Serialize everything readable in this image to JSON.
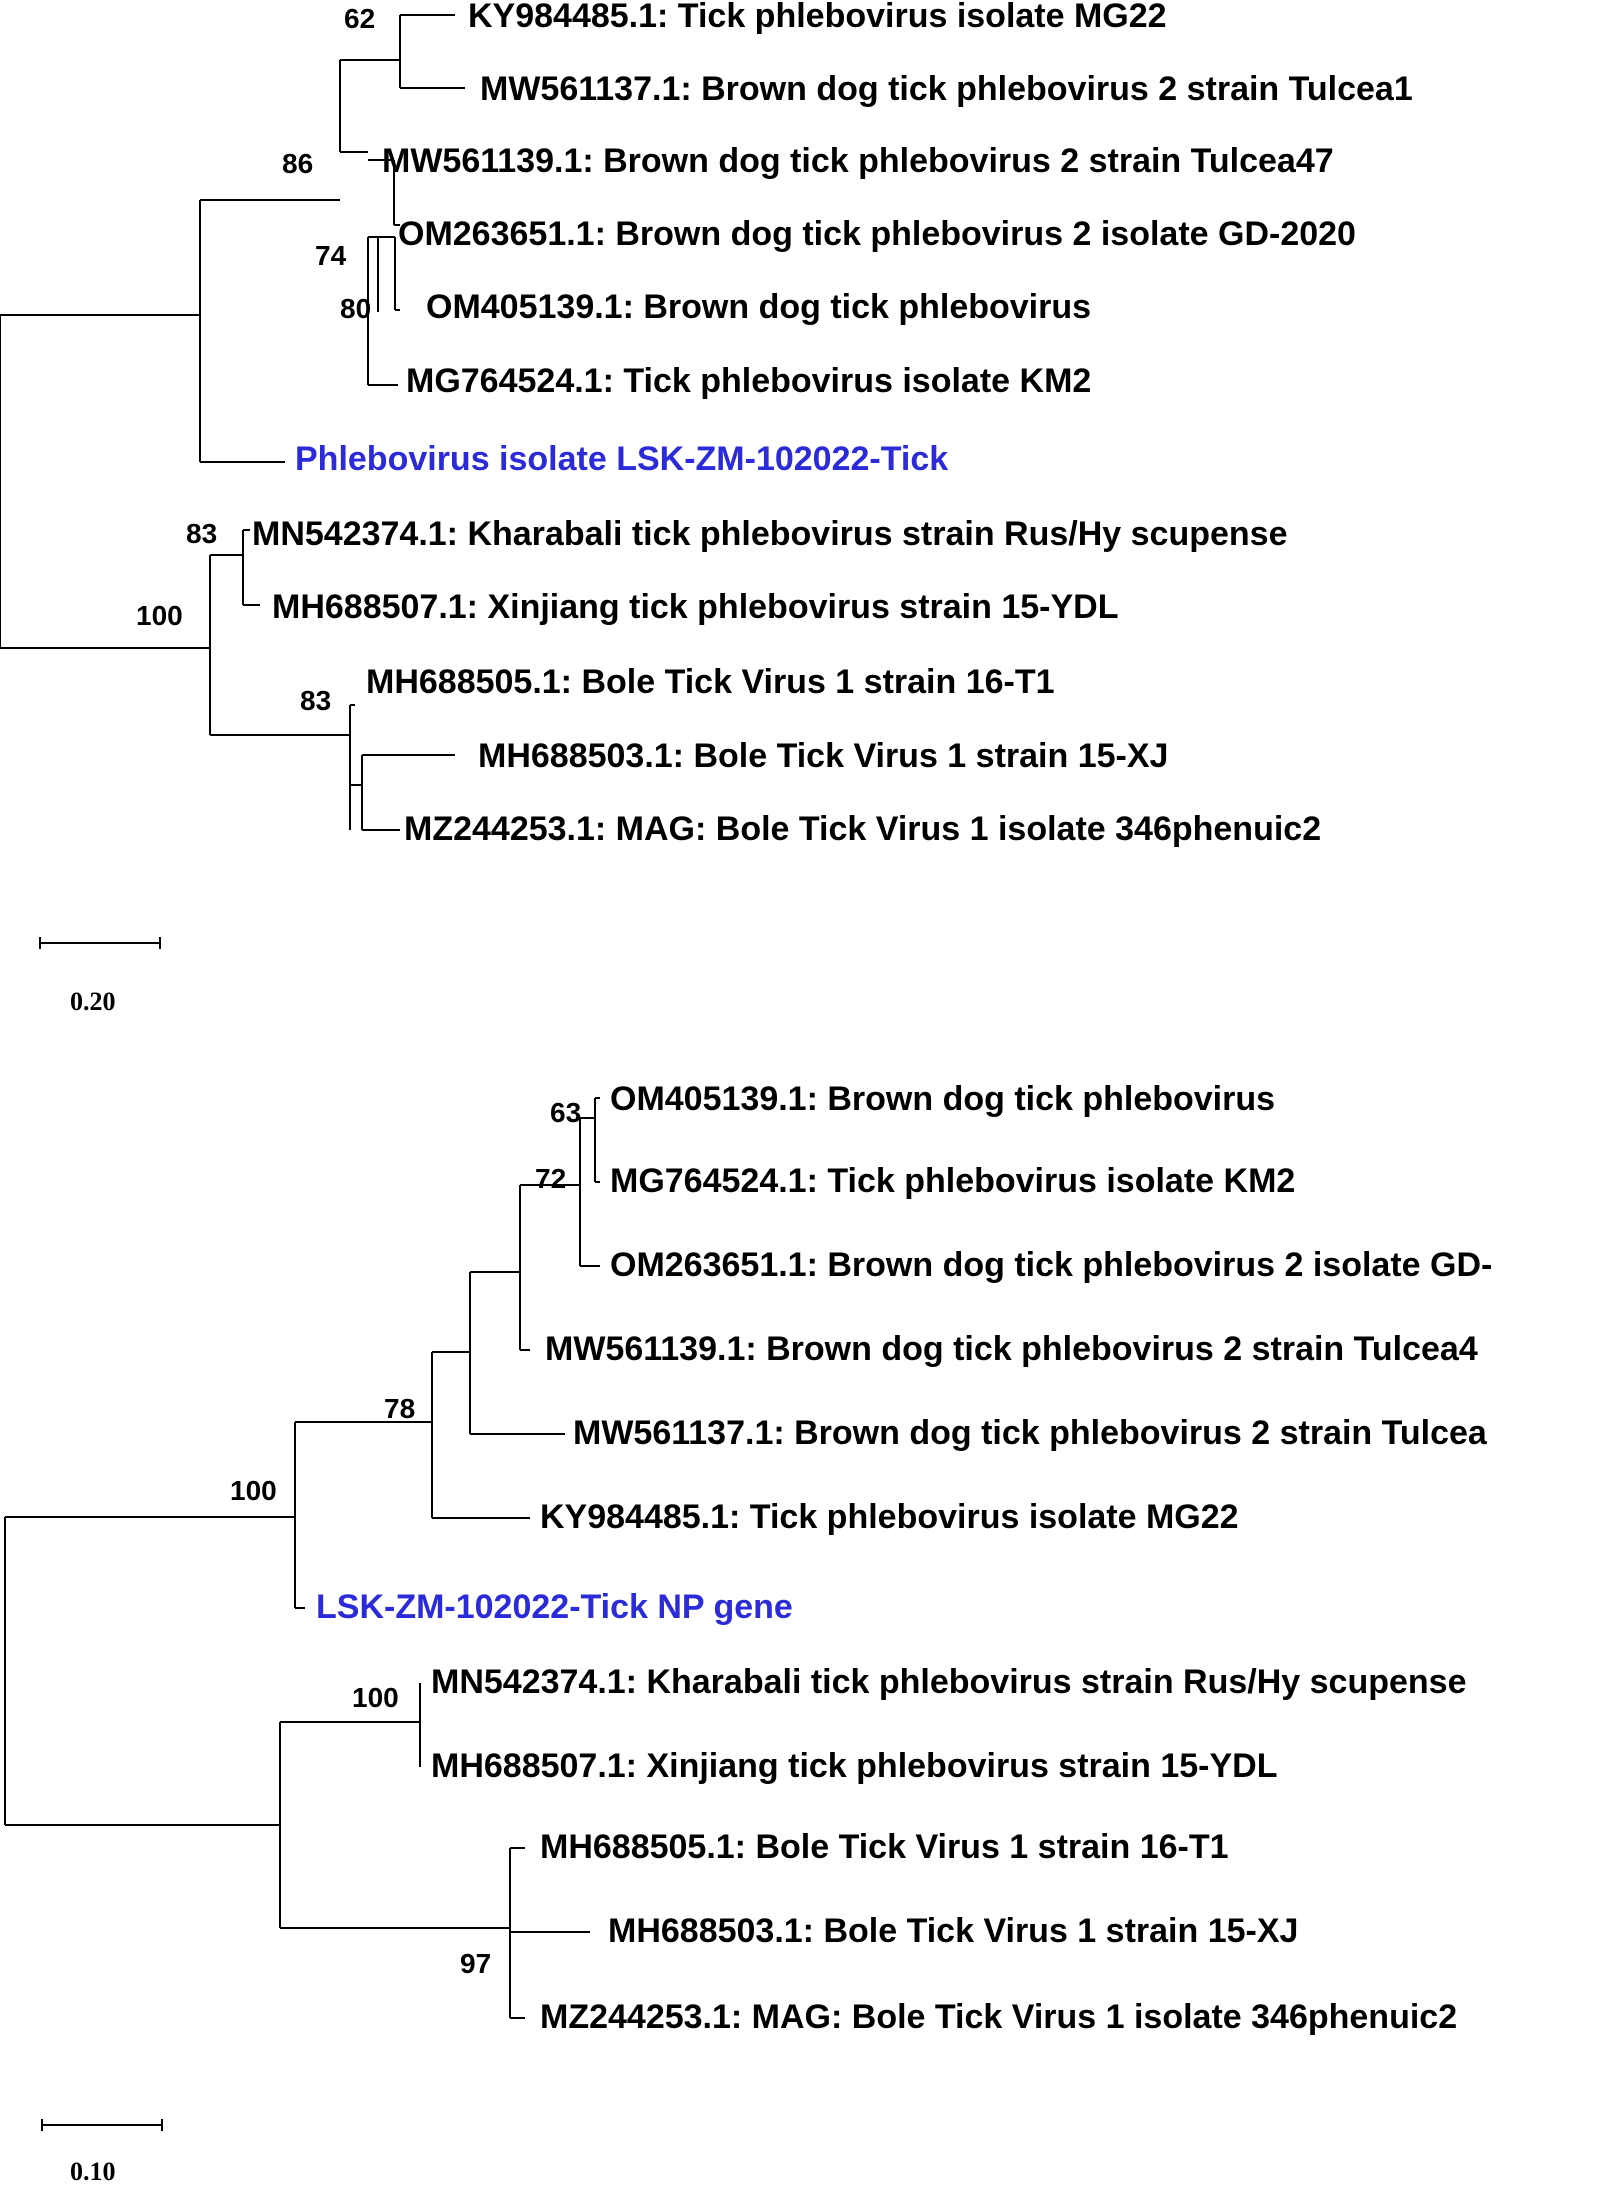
{
  "trees": [
    {
      "id": "tree1",
      "scale_label": "0.20",
      "nodes": [
        {
          "id": "t1_a",
          "leaf": "KY984485.1: Tick phlebovirus isolate MG22"
        },
        {
          "id": "t1_b",
          "leaf": "MW561137.1: Brown dog tick phlebovirus 2 strain Tulcea1"
        },
        {
          "id": "t1_c",
          "leaf": "MW561139.1: Brown dog tick phlebovirus 2 strain Tulcea47"
        },
        {
          "id": "t1_d",
          "leaf": "OM263651.1: Brown dog tick phlebovirus 2 isolate GD-2020"
        },
        {
          "id": "t1_e",
          "leaf": "OM405139.1: Brown dog tick phlebovirus"
        },
        {
          "id": "t1_f",
          "leaf": "MG764524.1: Tick phlebovirus isolate KM2"
        },
        {
          "id": "t1_g",
          "leaf": "Phlebovirus isolate LSK-ZM-102022-Tick",
          "highlight": true
        },
        {
          "id": "t1_h",
          "leaf": "MN542374.1: Kharabali tick phlebovirus strain Rus/Hy scupense"
        },
        {
          "id": "t1_i",
          "leaf": "MH688507.1: Xinjiang tick phlebovirus strain 15-YDL"
        },
        {
          "id": "t1_j",
          "leaf": "MH688505.1: Bole Tick Virus 1 strain 16-T1"
        },
        {
          "id": "t1_k",
          "leaf": "MH688503.1: Bole Tick Virus 1 strain 15-XJ"
        },
        {
          "id": "t1_l",
          "leaf": "MZ244253.1: MAG: Bole Tick Virus 1 isolate 346phenuic2"
        }
      ],
      "supports": [
        "62",
        "86",
        "74",
        "80",
        "83",
        "100",
        "83"
      ]
    },
    {
      "id": "tree2",
      "scale_label": "0.10",
      "nodes": [
        {
          "id": "t2_a",
          "leaf": "OM405139.1: Brown dog tick phlebovirus"
        },
        {
          "id": "t2_b",
          "leaf": "MG764524.1: Tick phlebovirus isolate KM2"
        },
        {
          "id": "t2_c",
          "leaf": "OM263651.1: Brown dog tick phlebovirus 2 isolate GD-"
        },
        {
          "id": "t2_d",
          "leaf": "MW561139.1: Brown dog tick phlebovirus 2 strain Tulcea4"
        },
        {
          "id": "t2_e",
          "leaf": "MW561137.1: Brown dog tick phlebovirus 2 strain Tulcea"
        },
        {
          "id": "t2_f",
          "leaf": "KY984485.1: Tick phlebovirus isolate MG22"
        },
        {
          "id": "t2_g",
          "leaf": "LSK-ZM-102022-Tick NP gene",
          "highlight": true
        },
        {
          "id": "t2_h",
          "leaf": "MN542374.1: Kharabali tick phlebovirus strain Rus/Hy scupense"
        },
        {
          "id": "t2_i",
          "leaf": "MH688507.1: Xinjiang tick phlebovirus strain 15-YDL"
        },
        {
          "id": "t2_j",
          "leaf": "MH688505.1: Bole Tick Virus 1 strain 16-T1"
        },
        {
          "id": "t2_k",
          "leaf": "MH688503.1: Bole Tick Virus 1 strain 15-XJ"
        },
        {
          "id": "t2_l",
          "leaf": "MZ244253.1: MAG: Bole Tick Virus 1 isolate 346phenuic2"
        }
      ],
      "supports": [
        "63",
        "72",
        "78",
        "100",
        "100",
        "97"
      ]
    }
  ]
}
